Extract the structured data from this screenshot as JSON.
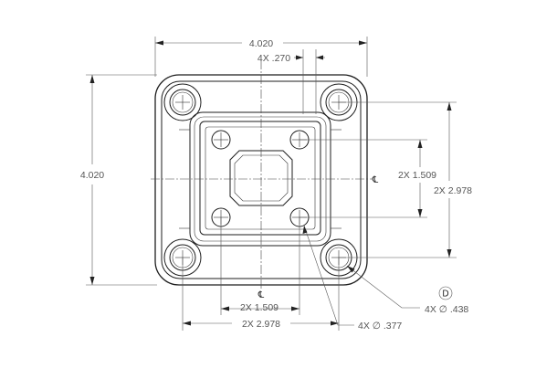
{
  "dimensions": {
    "overall_width": "4.020",
    "overall_height": "4.020",
    "hole_offset": "4X .270",
    "inner_vertical": "2X 1.509",
    "outer_vertical": "2X 2.978",
    "inner_horizontal": "2X 1.509",
    "outer_horizontal": "2X 2.978",
    "small_hole_dia": "4X ∅ .377",
    "large_hole_dia": "4X ∅ .438"
  },
  "centerline_symbol": "℄",
  "datum_label": "D"
}
